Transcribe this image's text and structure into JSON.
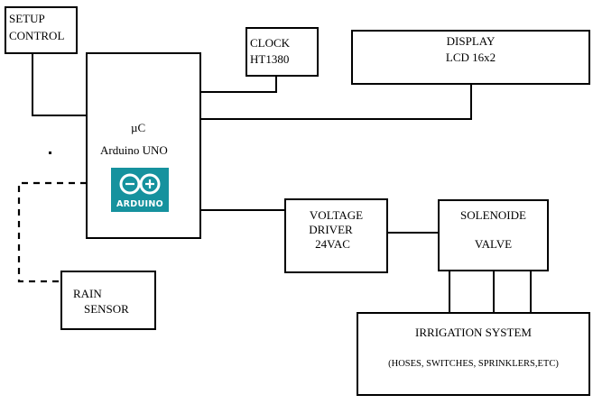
{
  "blocks": {
    "setup_control": {
      "line1": "SETUP",
      "line2": "CONTROL"
    },
    "clock": {
      "line1": "CLOCK",
      "line2": "HT1380"
    },
    "display": {
      "line1": "DISPLAY",
      "line2": "LCD 16x2"
    },
    "microcontroller": {
      "line1": "µC",
      "line2": "Arduino UNO",
      "logo_text": "ARDUINO",
      "logo_color": "#16929e"
    },
    "voltage_driver": {
      "line1": "VOLTAGE",
      "line2": "DRIVER",
      "line3": "24VAC"
    },
    "solenoid_valve": {
      "line1": "SOLENOIDE",
      "line2": "VALVE"
    },
    "rain_sensor": {
      "line1": "RAIN",
      "line2": "SENSOR"
    },
    "irrigation_system": {
      "line1": "IRRIGATION SYSTEM",
      "line2": "(HOSES, SWITCHES, SPRINKLERS,ETC)"
    }
  }
}
